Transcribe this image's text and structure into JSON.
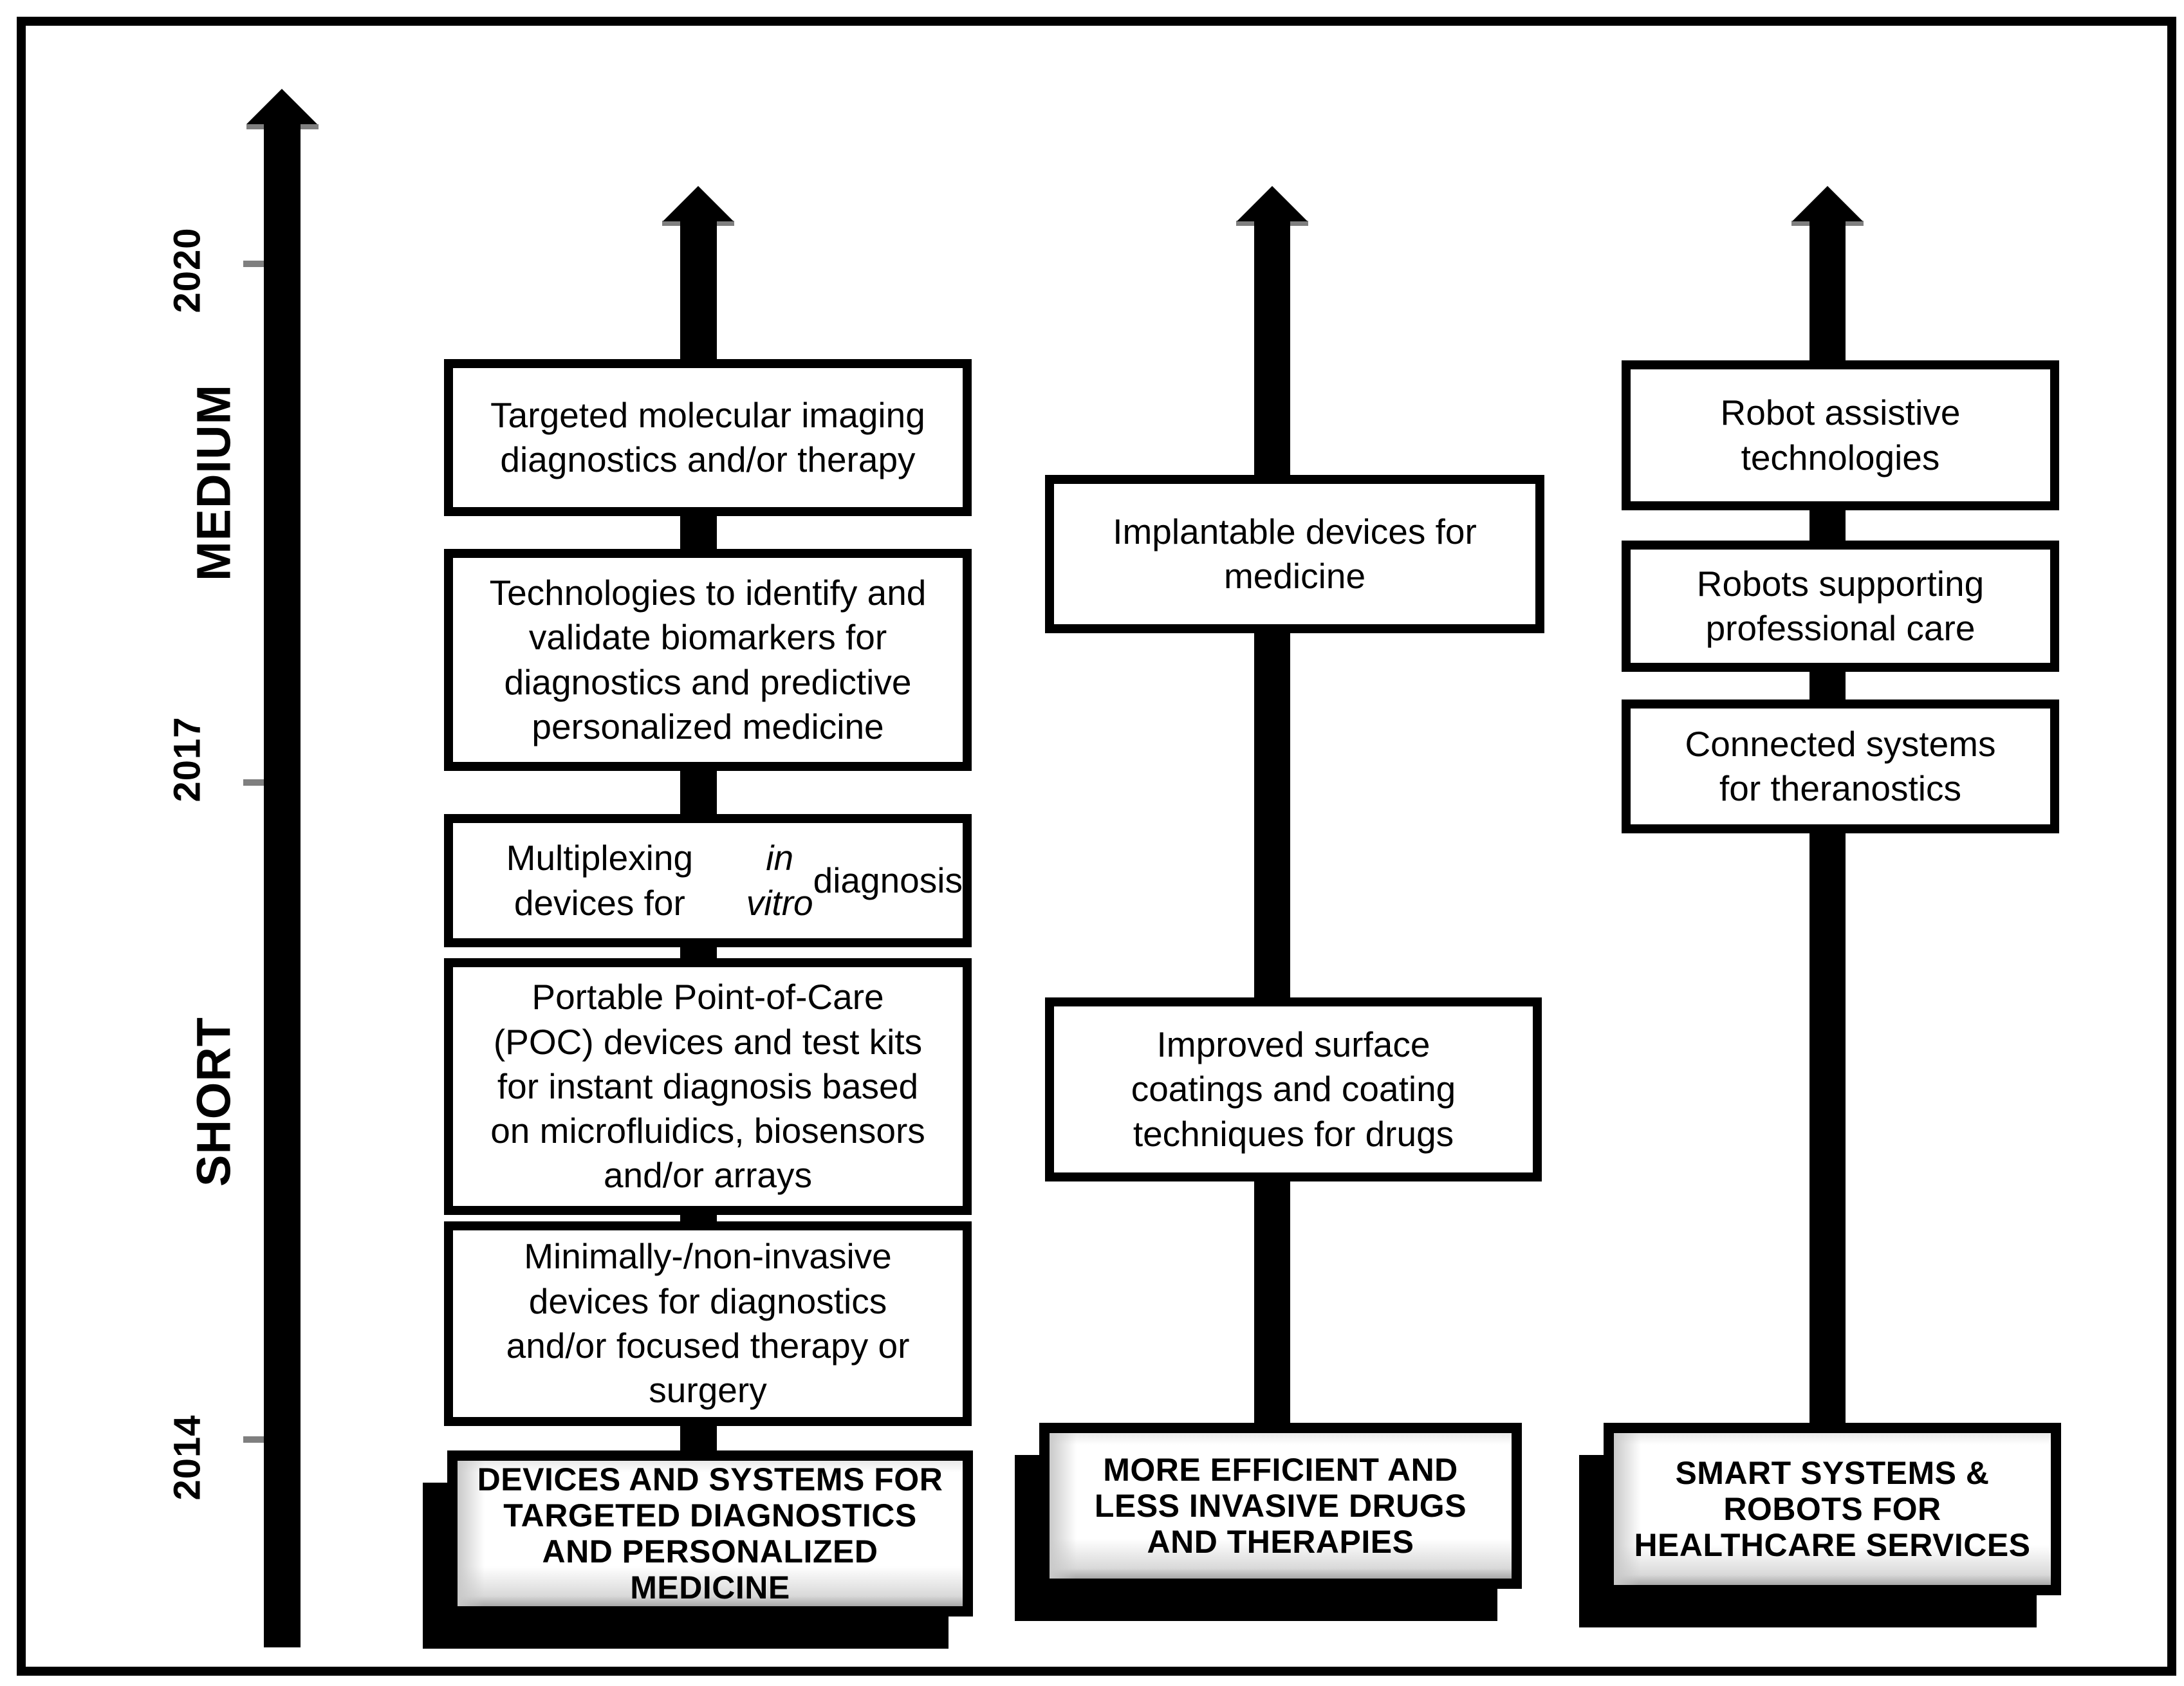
{
  "figure": {
    "description": "Technology roadmap with a vertical time axis and three upward roadmap arrows holding milestone boxes",
    "colors": {
      "ink": "#000000",
      "background": "#ffffff",
      "tick_gray": "#7f7f7f",
      "arrow_wing_gray": "#7f7f7f",
      "header_gradient_gray": "#a8a8a8"
    }
  },
  "axis": {
    "years": [
      {
        "label": "2020"
      },
      {
        "label": "2017"
      },
      {
        "label": "2014"
      }
    ],
    "periods": [
      {
        "label": "MEDIUM"
      },
      {
        "label": "SHORT"
      }
    ]
  },
  "columns": [
    {
      "header": "DEVICES AND SYSTEMS FOR\nTARGETED DIAGNOSTICS\nAND PERSONALIZED\nMEDICINE",
      "boxes": [
        {
          "text": "Targeted molecular imaging\ndiagnostics and/or therapy"
        },
        {
          "text": "Technologies to identify and\nvalidate biomarkers for\ndiagnostics and predictive\npersonalized medicine"
        },
        {
          "pre": "Multiplexing devices for ",
          "italic": "in\nvitro",
          "post": " diagnosis"
        },
        {
          "text": "Portable Point-of-Care\n(POC) devices and test kits\nfor instant diagnosis based\non microfluidics, biosensors\nand/or arrays"
        },
        {
          "text": "Minimally-/non-invasive\ndevices for diagnostics\nand/or focused therapy or\nsurgery"
        }
      ]
    },
    {
      "header": "MORE EFFICIENT AND\nLESS INVASIVE DRUGS\nAND THERAPIES",
      "boxes": [
        {
          "text": "Implantable devices for\nmedicine"
        },
        {
          "text": "Improved surface\ncoatings and coating\ntechniques for drugs"
        }
      ]
    },
    {
      "header": "SMART SYSTEMS &\nROBOTS FOR\nHEALTHCARE SERVICES",
      "boxes": [
        {
          "text": "Robot assistive\ntechnologies"
        },
        {
          "text": "Robots supporting\nprofessional care"
        },
        {
          "text": "Connected systems\nfor theranostics"
        }
      ]
    }
  ]
}
